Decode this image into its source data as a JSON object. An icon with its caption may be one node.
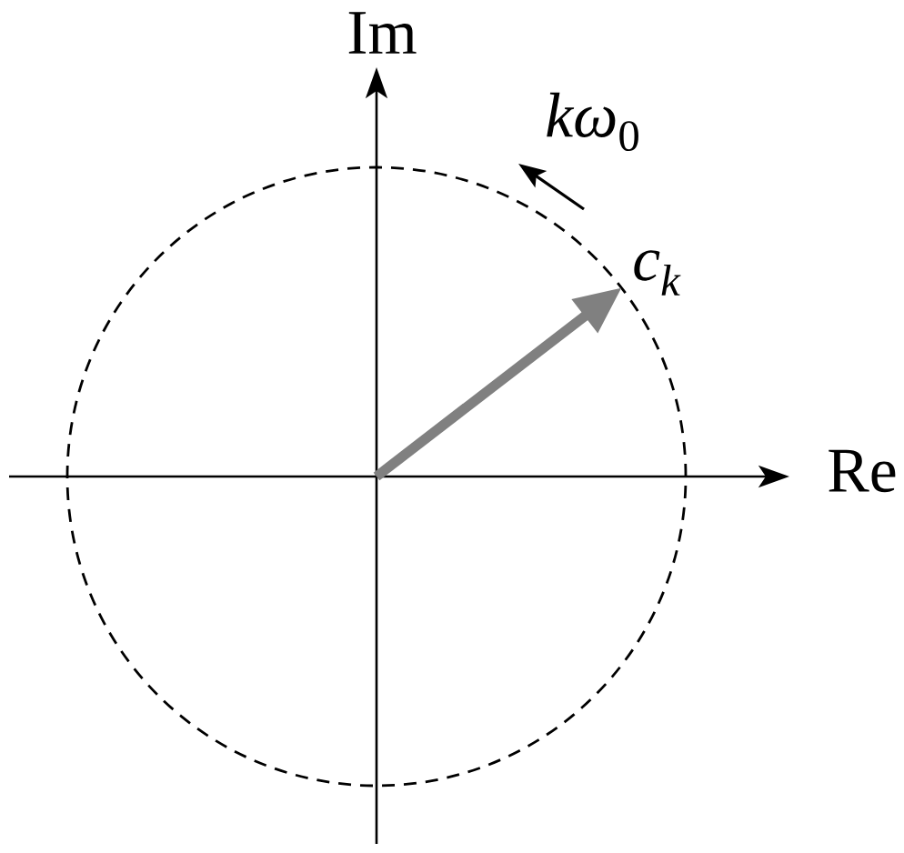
{
  "diagram": {
    "labels": [
      "Im",
      "*kω*$_{0}$",
      "c$_{k}$",
      "Re"
    ]
  }
}
